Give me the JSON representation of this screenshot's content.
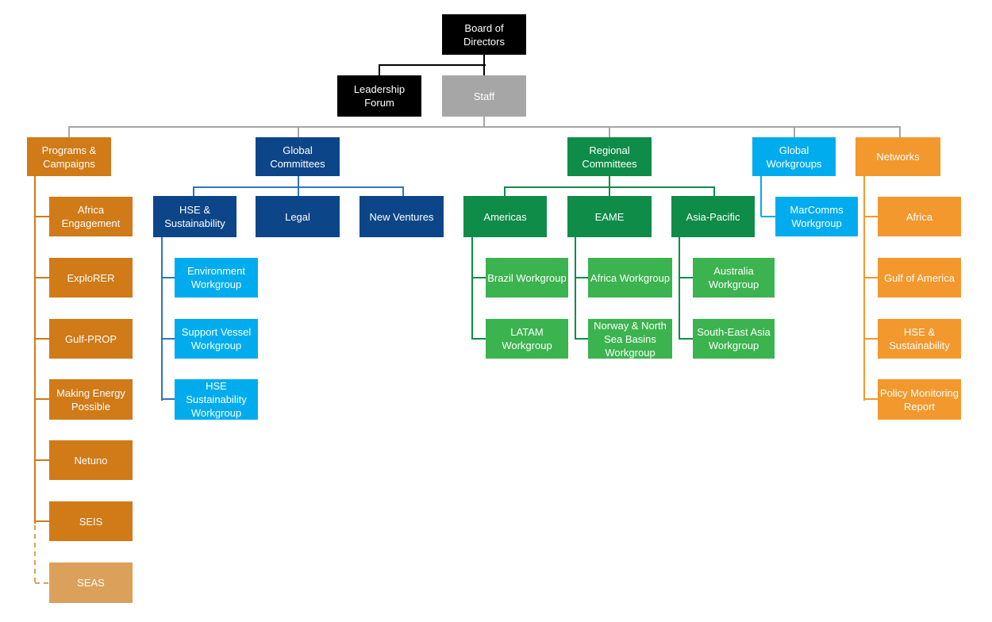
{
  "colors": {
    "black": "#000000",
    "staff_grey": "#a6a6a6",
    "programs_orange": "#d07a18",
    "programs_faded": "#dba05a",
    "networks_orange": "#f3982d",
    "global_committees_navy": "#0d4688",
    "workgroups_blue": "#00acee",
    "regional_green": "#0e8c48",
    "regional_workgroup_green": "#3bb34e",
    "connector_grey": "#a6a6a6"
  },
  "top": {
    "board": "Board of Directors",
    "leadership_forum": "Leadership Forum",
    "staff": "Staff"
  },
  "programs": {
    "title": "Programs & Campaigns",
    "items": [
      "Africa Engagement",
      "ExploRER",
      "Gulf-PROP",
      "Making Energy Possible",
      "Netuno",
      "SEIS",
      "SEAS"
    ]
  },
  "global_committees": {
    "title": "Global Committees",
    "hse": "HSE & Sustainability",
    "legal": "Legal",
    "new_ventures": "New Ventures",
    "hse_workgroups": [
      "Environment Workgroup",
      "Support Vessel Workgroup",
      "HSE Sustainability Workgroup"
    ]
  },
  "regional_committees": {
    "title": "Regional Committees",
    "americas": "Americas",
    "eame": "EAME",
    "asia_pacific": "Asia-Pacific",
    "americas_workgroups": [
      "Brazil Workgroup",
      "LATAM Workgroup"
    ],
    "eame_workgroups": [
      "Africa Workgroup",
      "Norway & North Sea Basins Workgroup"
    ],
    "asia_pacific_workgroups": [
      "Australia Workgroup",
      "South-East Asia Workgroup"
    ]
  },
  "global_workgroups": {
    "title": "Global Workgroups",
    "marcomms": "MarComms Workgroup"
  },
  "networks": {
    "title": "Networks",
    "items": [
      "Africa",
      "Gulf of America",
      "HSE & Sustainability",
      "Policy Monitoring Report"
    ]
  }
}
